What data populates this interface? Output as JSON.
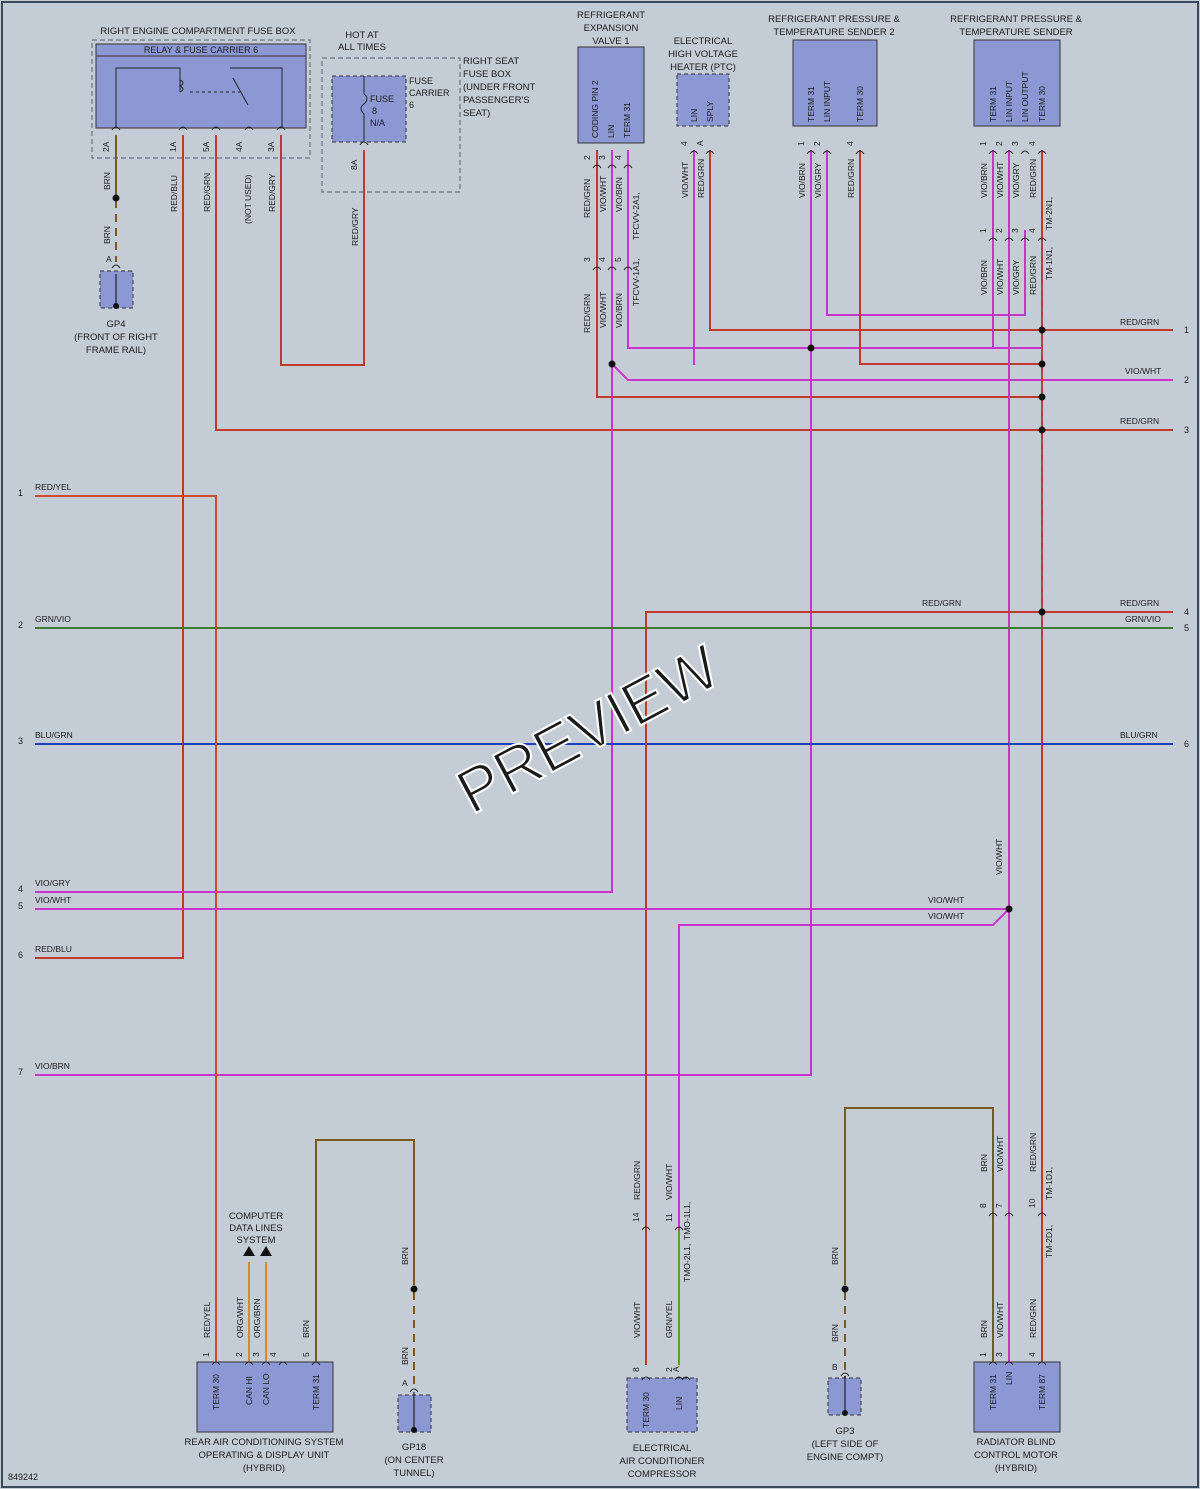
{
  "colors": {
    "background": "#c4cdd6",
    "component_fill": "#8c98d4",
    "wire_red": "#c0392b",
    "wire_violet": "#cc33cc",
    "wire_green": "#3f7a2a",
    "wire_blue": "#1f3fbf",
    "wire_brown": "#7a5a1a",
    "wire_orange": "#d98a2a"
  },
  "watermark": "PREVIEW",
  "figure_id": "849242",
  "components": {
    "fuse_box": {
      "title": "RIGHT ENGINE COMPARTMENT FUSE BOX",
      "carrier": "RELAY & FUSE CARRIER 6",
      "pins": [
        "2A",
        "1A",
        "5A",
        "4A",
        "3A"
      ]
    },
    "hot_at_all_times": [
      "HOT AT",
      "ALL TIMES"
    ],
    "seat_fuse_box": {
      "title": [
        "RIGHT SEAT",
        "FUSE BOX",
        "(UNDER FRONT",
        "PASSENGER'S",
        "SEAT)"
      ],
      "fuse": [
        "FUSE",
        "8",
        "N/A"
      ],
      "carrier": [
        "FUSE",
        "CARRIER",
        "6"
      ],
      "pin": "8A"
    },
    "expansion_valve": {
      "title": [
        "REFRIGERANT",
        "EXPANSION",
        "VALVE 1"
      ],
      "pins": [
        "CODING PIN 2",
        "LIN",
        "TERM 31"
      ],
      "pin_nums": [
        "2",
        "3",
        "4"
      ]
    },
    "ptc_heater": {
      "title": [
        "ELECTRICAL",
        "HIGH VOLTAGE",
        "HEATER (PTC)"
      ],
      "pins": [
        "LIN",
        "SPLY"
      ],
      "pin_nums": [
        "4",
        "A"
      ]
    },
    "pt_sender_2": {
      "title": [
        "REFRIGERANT PRESSURE &",
        "TEMPERATURE SENDER 2"
      ],
      "pins": [
        "TERM 31",
        "LIN INPUT",
        "TERM 30"
      ],
      "pin_nums": [
        "1",
        "2",
        "4"
      ]
    },
    "pt_sender": {
      "title": [
        "REFRIGERANT PRESSURE &",
        "TEMPERATURE SENDER"
      ],
      "pins": [
        "TERM 31",
        "LIN INPUT",
        "LIN OUTPUT",
        "TERM 30"
      ],
      "pin_nums": [
        "1",
        "2",
        "3",
        "4"
      ]
    },
    "gp4": {
      "name": "GP4",
      "desc": [
        "(FRONT OF RIGHT",
        "FRAME RAIL)"
      ],
      "pin": "A"
    },
    "rear_ac_unit": {
      "title": [
        "REAR AIR CONDITIONING SYSTEM",
        "OPERATING & DISPLAY UNIT",
        "(HYBRID)"
      ],
      "pins": [
        "TERM 30",
        "CAN HI",
        "CAN LO",
        "TERM 31"
      ],
      "pin_nums": [
        "1",
        "2",
        "3",
        "4",
        "5"
      ]
    },
    "cdls": [
      "COMPUTER",
      "DATA LINES",
      "SYSTEM"
    ],
    "gp18": {
      "name": "GP18",
      "desc": [
        "(ON CENTER",
        "TUNNEL)"
      ],
      "pin": "A"
    },
    "compressor": {
      "title": [
        "ELECTRICAL",
        "AIR CONDITIONER",
        "COMPRESSOR"
      ],
      "pins": [
        "TERM 30",
        "LIN"
      ],
      "pin_nums": [
        "8",
        "2",
        "A"
      ]
    },
    "gp3": {
      "name": "GP3",
      "desc": [
        "(LEFT SIDE OF",
        "ENGINE COMPT)"
      ],
      "pin": "B"
    },
    "radiator_blind": {
      "title": [
        "RADIATOR BLIND",
        "CONTROL MOTOR",
        "(HYBRID)"
      ],
      "pins": [
        "TERM 31",
        "LIN",
        "TERM 87"
      ],
      "pin_nums": [
        "1",
        "3",
        "4"
      ]
    }
  },
  "left_edge": [
    {
      "num": "1",
      "label": "RED/YEL"
    },
    {
      "num": "2",
      "label": "GRN/VIO"
    },
    {
      "num": "3",
      "label": "BLU/GRN"
    },
    {
      "num": "4",
      "label": "VIO/GRY"
    },
    {
      "num": "5",
      "label": "VIO/WHT"
    },
    {
      "num": "6",
      "label": "RED/BLU"
    },
    {
      "num": "7",
      "label": "VIO/BRN"
    }
  ],
  "right_edge": [
    {
      "num": "1",
      "label": "RED/GRN"
    },
    {
      "num": "2",
      "label": "VIO/WHT"
    },
    {
      "num": "3",
      "label": "RED/GRN"
    },
    {
      "num": "4",
      "label": "RED/GRN"
    },
    {
      "num": "5",
      "label": "GRN/VIO"
    },
    {
      "num": "6",
      "label": "BLU/GRN"
    }
  ],
  "wire_labels": {
    "brn": "BRN",
    "red_blu": "RED/BLU",
    "red_grn": "RED/GRN",
    "not_used": "(NOT USED)",
    "red_gry": "RED/GRY",
    "vio_wht": "VIO/WHT",
    "vio_brn": "VIO/BRN",
    "vio_gry": "VIO/GRY",
    "red_yel": "RED/YEL",
    "org_wht": "ORG/WHT",
    "org_brn": "ORG/BRN",
    "grn_yel": "GRN/YEL"
  },
  "connectors": {
    "tfcvv_2a1": "TFCVV-2A1,",
    "tfcvv_1a1": "TFCVV-1A1,",
    "tm_2n1": "TM-2N1,",
    "tm_1n1": "TM-1N1,",
    "tmo_1l1": "TMO-1L1,",
    "tmo_2l1": "TMO-2L1,",
    "tm_1d1": "TM-1D1,",
    "tm_2d1": "TM-2D1,"
  },
  "inline_pins": {
    "ev_lower": [
      "3",
      "4",
      "5"
    ],
    "ps_lower": [
      "1",
      "2",
      "3",
      "4"
    ],
    "comp_upper": [
      "14",
      "11"
    ],
    "rb_upper": [
      "8",
      "7",
      "10"
    ]
  }
}
